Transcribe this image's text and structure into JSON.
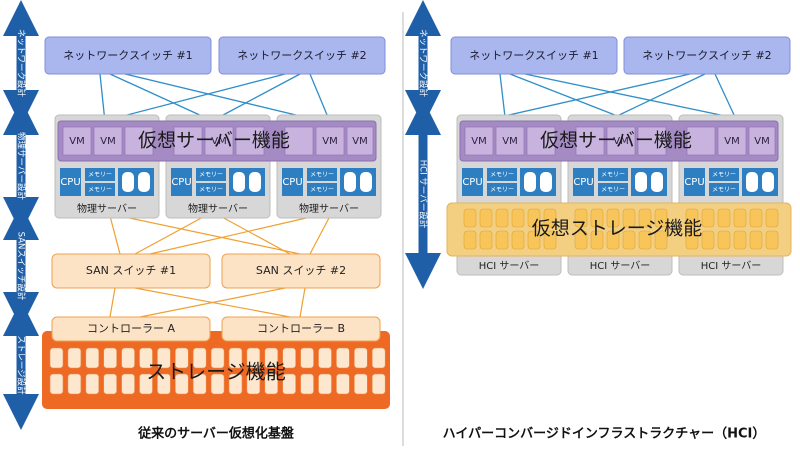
{
  "left": {
    "caption": "従来のサーバー仮想化基盤",
    "layers": [
      "ネットワーク設計",
      "物理サーバー設計",
      "SANスイッチ設計",
      "ストレージ設計"
    ],
    "switches": [
      "ネットワークスイッチ #1",
      "ネットワークスイッチ #2"
    ],
    "vm_label": "VM",
    "virtual_server_label": "仮想サーバー機能",
    "cpu_label": "CPU",
    "memory_label": "メモリー",
    "servers": [
      "物理サーバー",
      "物理サーバー",
      "物理サーバー"
    ],
    "san_switches": [
      "SAN スイッチ #1",
      "SAN スイッチ #2"
    ],
    "controllers": [
      "コントローラー A",
      "コントローラー B"
    ],
    "storage_label": "ストレージ機能"
  },
  "right": {
    "caption": "ハイパーコンバージドインフラストラクチャー（HCI）",
    "layers": [
      "ネットワーク設計",
      "HCI サーバー設計"
    ],
    "switches": [
      "ネットワークスイッチ #1",
      "ネットワークスイッチ #2"
    ],
    "vm_label": "VM",
    "virtual_server_label": "仮想サーバー機能",
    "cpu_label": "CPU",
    "memory_label": "メモリー",
    "virtual_storage_label": "仮想ストレージ機能",
    "servers": [
      "HCI サーバー",
      "HCI サーバー",
      "HCI サーバー"
    ]
  },
  "colors": {
    "arrow_blue": "#1f5fa8",
    "switch_fill": "#aab7ee",
    "switch_stroke": "#7f8fd8",
    "server_fill": "#d7d7d7",
    "vm_band": "#a58bc4",
    "vm_box": "#c7b3dd",
    "cpu_blue": "#2e7fc2",
    "line_blue": "#2f8fc9",
    "line_orange": "#f0a030",
    "orange_light": "#fde3c6",
    "orange_stroke": "#f0a050",
    "storage_orange": "#ee6a24",
    "disk_fill": "#fde8cf",
    "hci_band": "#f3cf82",
    "hci_disk": "#f7c55a"
  }
}
